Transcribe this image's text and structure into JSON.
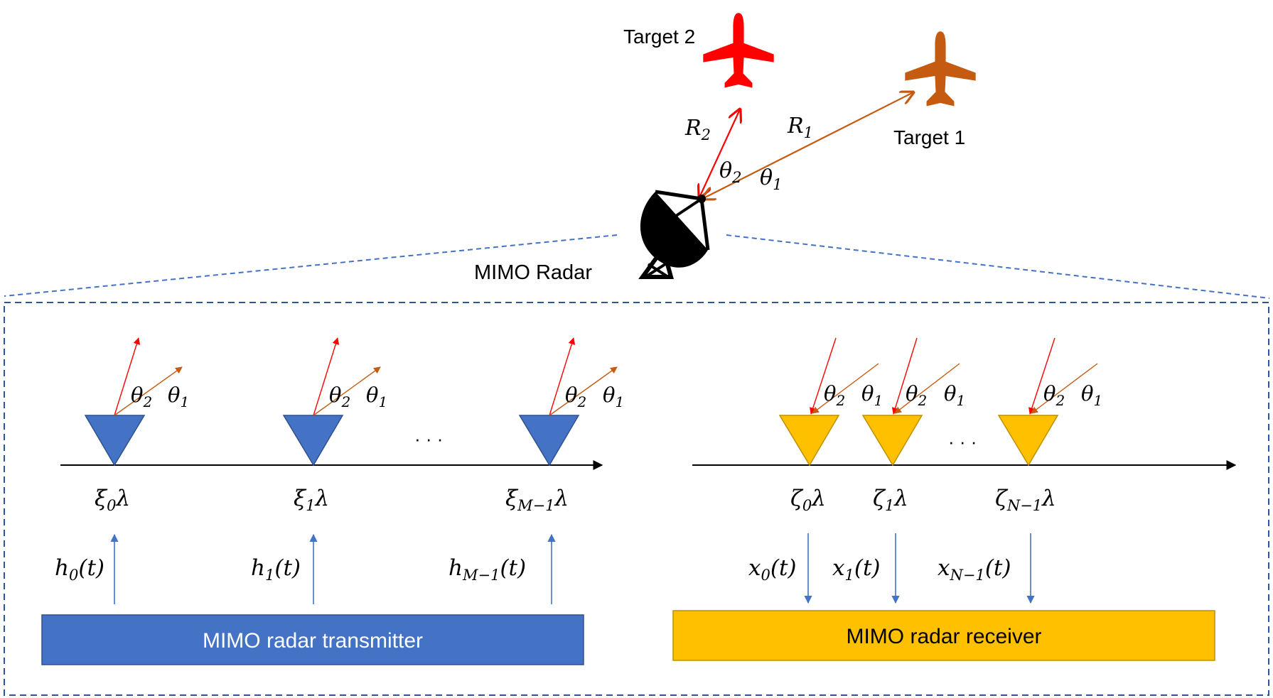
{
  "colors": {
    "target2": "#ff0000",
    "target1": "#c55a11",
    "transmitter": "#4472c4",
    "receiver": "#ffc000",
    "receiver_border": "#bf9000",
    "dashed": "#2e5597",
    "axis": "#000000"
  },
  "icons": {
    "target2": "airplane-icon",
    "target1": "airplane-icon",
    "radar": "satellite-dish-icon"
  },
  "scene": {
    "target2_label": "Target 2",
    "target1_label": "Target 1",
    "radar_label": "MIMO Radar",
    "r2": {
      "base": "R",
      "sub": "2"
    },
    "r1": {
      "base": "R",
      "sub": "1"
    },
    "theta2": {
      "base": "θ",
      "sub": "2"
    },
    "theta1": {
      "base": "θ",
      "sub": "1"
    }
  },
  "transmitter": {
    "label": "MIMO radar transmitter",
    "ellipsis": "· · ·",
    "angle_labels": [
      {
        "t2": {
          "base": "θ",
          "sub": "2"
        },
        "t1": {
          "base": "θ",
          "sub": "1"
        }
      },
      {
        "t2": {
          "base": "θ",
          "sub": "2"
        },
        "t1": {
          "base": "θ",
          "sub": "1"
        }
      },
      {
        "t2": {
          "base": "θ",
          "sub": "2"
        },
        "t1": {
          "base": "θ",
          "sub": "1"
        }
      }
    ],
    "positions": [
      {
        "base": "ξ",
        "sub": "0",
        "suffix": "λ"
      },
      {
        "base": "ξ",
        "sub": "1",
        "suffix": "λ"
      },
      {
        "base": "ξ",
        "sub": "M−1",
        "suffix": "λ"
      }
    ],
    "signals": [
      {
        "base": "h",
        "sub": "0",
        "suffix": "(t)"
      },
      {
        "base": "h",
        "sub": "1",
        "suffix": "(t)"
      },
      {
        "base": "h",
        "sub": "M−1",
        "suffix": "(t)"
      }
    ]
  },
  "receiver": {
    "label": "MIMO radar receiver",
    "ellipsis": "· · ·",
    "angle_labels": [
      {
        "t2": {
          "base": "θ",
          "sub": "2"
        },
        "t1": {
          "base": "θ",
          "sub": "1"
        }
      },
      {
        "t2": {
          "base": "θ",
          "sub": "2"
        },
        "t1": {
          "base": "θ",
          "sub": "1"
        }
      },
      {
        "t2": {
          "base": "θ",
          "sub": "2"
        },
        "t1": {
          "base": "θ",
          "sub": "1"
        }
      }
    ],
    "positions": [
      {
        "base": "ζ",
        "sub": "0",
        "suffix": "λ"
      },
      {
        "base": "ζ",
        "sub": "1",
        "suffix": "λ"
      },
      {
        "base": "ζ",
        "sub": "N−1",
        "suffix": "λ"
      }
    ],
    "signals": [
      {
        "base": "x",
        "sub": "0",
        "suffix": "(t)"
      },
      {
        "base": "x",
        "sub": "1",
        "suffix": "(t)"
      },
      {
        "base": "x",
        "sub": "N−1",
        "suffix": "(t)"
      }
    ]
  }
}
